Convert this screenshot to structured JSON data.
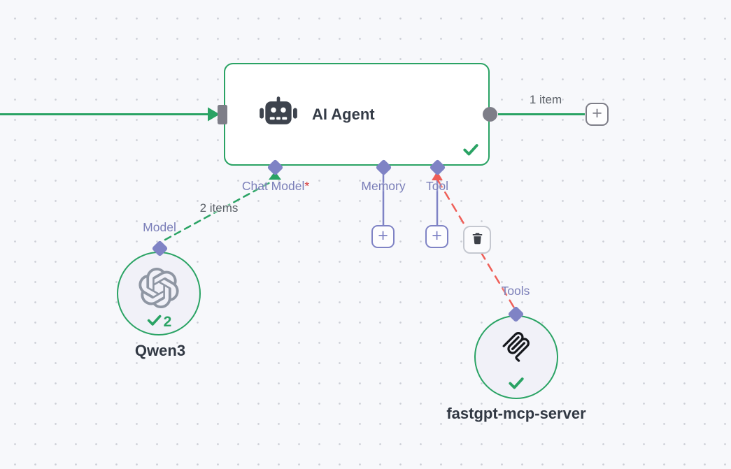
{
  "colors": {
    "success_green": "#2aa364",
    "connector_purple": "#7f83c5",
    "label_purple": "#7a7eb8",
    "danger_red": "#ef5e57",
    "port_gray": "#7e7e88",
    "canvas_bg": "#f7f8fb"
  },
  "agent": {
    "title": "AI Agent",
    "ports": {
      "chat_model": {
        "label": "Chat Model",
        "required_marker": "*"
      },
      "memory": {
        "label": "Memory"
      },
      "tool": {
        "label": "Tool"
      }
    }
  },
  "output_connection": {
    "label": "1 item"
  },
  "model_node": {
    "name": "Qwen3",
    "port_label": "Model",
    "success_count": "2",
    "connection_label": "2 items"
  },
  "mcp_node": {
    "name": "fastgpt-mcp-server",
    "port_label": "Tools"
  },
  "controls": {
    "plus": "+"
  }
}
